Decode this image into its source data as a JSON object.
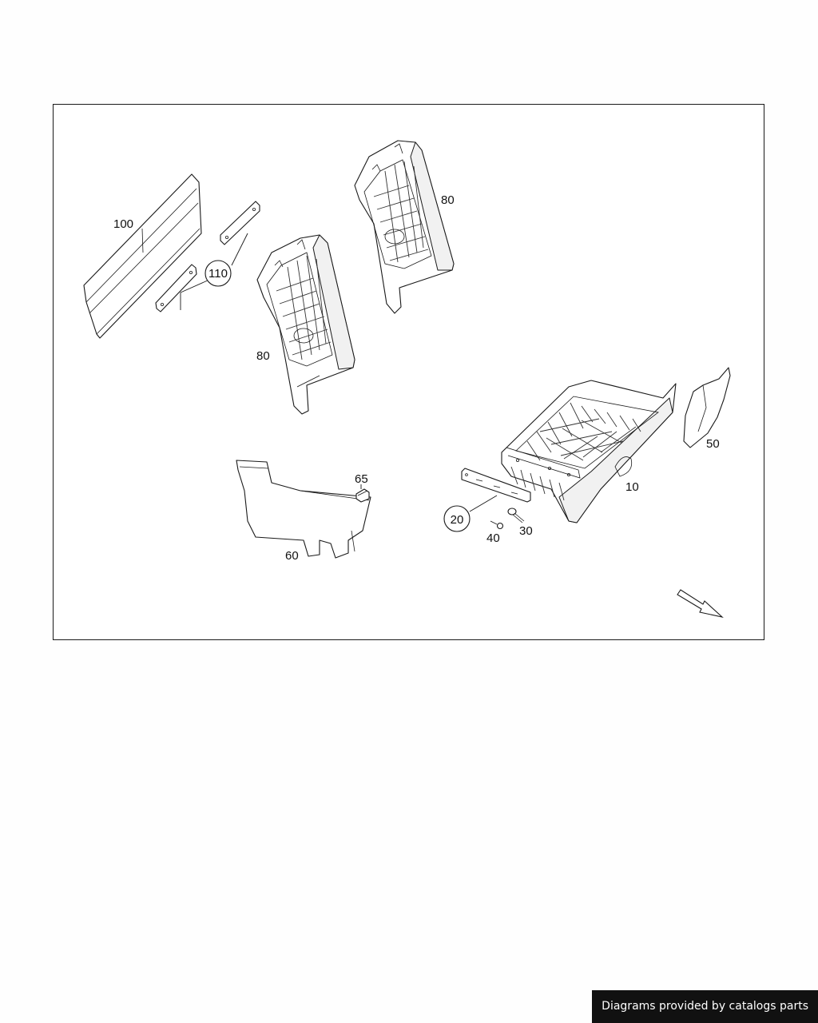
{
  "diagram": {
    "callouts": [
      {
        "id": "p100",
        "label": "100",
        "circled": false
      },
      {
        "id": "p110",
        "label": "110",
        "circled": true
      },
      {
        "id": "p80a",
        "label": "80",
        "circled": false
      },
      {
        "id": "p80b",
        "label": "80",
        "circled": false
      },
      {
        "id": "p50",
        "label": "50",
        "circled": false
      },
      {
        "id": "p10",
        "label": "10",
        "circled": false
      },
      {
        "id": "p65",
        "label": "65",
        "circled": false
      },
      {
        "id": "p60",
        "label": "60",
        "circled": false
      },
      {
        "id": "p20",
        "label": "20",
        "circled": true
      },
      {
        "id": "p40",
        "label": "40",
        "circled": false
      },
      {
        "id": "p30",
        "label": "30",
        "circled": false
      }
    ],
    "direction_icon": "direction-arrow-icon"
  },
  "footer": {
    "credit": "Diagrams provided by catalogs parts"
  }
}
